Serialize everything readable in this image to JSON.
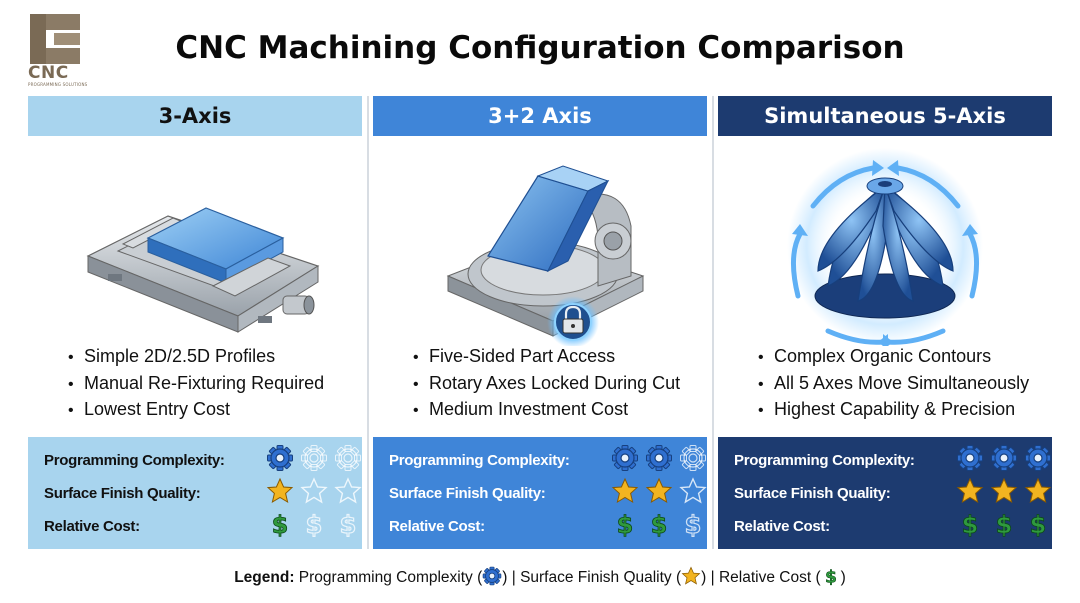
{
  "title": "CNC Machining Configuration Comparison",
  "logo": {
    "text": "CNC",
    "subtitle": "PROGRAMMING SOLUTIONS"
  },
  "columns": [
    {
      "header": "3-Axis",
      "illustration": "vise-icon",
      "bullets": [
        "Simple 2D/2.5D Profiles",
        "Manual Re-Fixturing Required",
        "Lowest Entry Cost"
      ],
      "ratings": {
        "programming_complexity": 1,
        "surface_finish_quality": 1,
        "relative_cost": 1
      }
    },
    {
      "header": "3+2 Axis",
      "illustration": "tilt-table-lock-icon",
      "bullets": [
        "Five-Sided Part Access",
        "Rotary Axes Locked During Cut",
        "Medium Investment Cost"
      ],
      "ratings": {
        "programming_complexity": 2,
        "surface_finish_quality": 2,
        "relative_cost": 2
      }
    },
    {
      "header": "Simultaneous 5-Axis",
      "illustration": "impeller-icon",
      "bullets": [
        "Complex Organic Contours",
        "All 5 Axes Move Simultaneously",
        "Highest Capability & Precision"
      ],
      "ratings": {
        "programming_complexity": 3,
        "surface_finish_quality": 3,
        "relative_cost": 3
      }
    }
  ],
  "rating_labels": {
    "programming_complexity": "Programming Complexity:",
    "surface_finish_quality": "Surface Finish Quality:",
    "relative_cost": "Relative Cost:"
  },
  "rating_max": 3,
  "legend": {
    "label": "Legend:",
    "complexity": "Programming Complexity (",
    "finish": ") | Surface Finish Quality (",
    "cost": ") | Relative Cost (",
    "end": ")"
  },
  "colors": {
    "col1": "#a8d4ee",
    "col2": "#3f85d8",
    "col3": "#1d3b70",
    "gear": "#2f6fd0",
    "star": "#f2b420",
    "dollar": "#2f9a3e"
  }
}
